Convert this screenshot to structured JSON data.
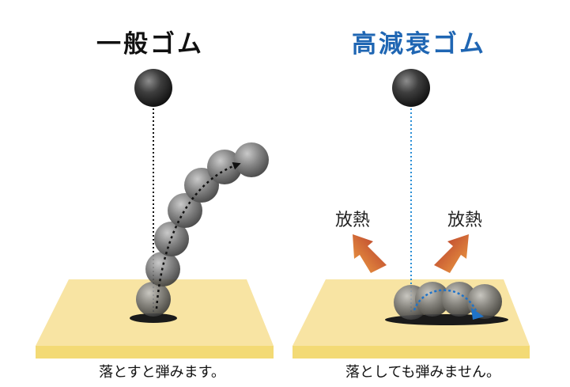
{
  "left_panel": {
    "title": "一般ゴム",
    "caption": "落とすと弾みます。"
  },
  "right_panel": {
    "title": "高減衰ゴム",
    "heat_label_left": "放熱",
    "heat_label_right": "放熱",
    "caption": "落としても弾みません。"
  },
  "colors": {
    "right_title": "#1f66b3",
    "floor_top": "#f8e4a3",
    "floor_front": "#f3da75",
    "ball": "#3a3a3a",
    "drop_line_left": "#111111",
    "drop_line_right": "#2a8fd6",
    "bounce_arrow_right": "#1f73c8",
    "heat_arrow_start": "#b3342a",
    "heat_arrow_end": "#f0a244"
  },
  "icons": {
    "ball": "sphere",
    "trajectory": "dotted-arrow",
    "heat_arrow": "gradient-arrow"
  }
}
